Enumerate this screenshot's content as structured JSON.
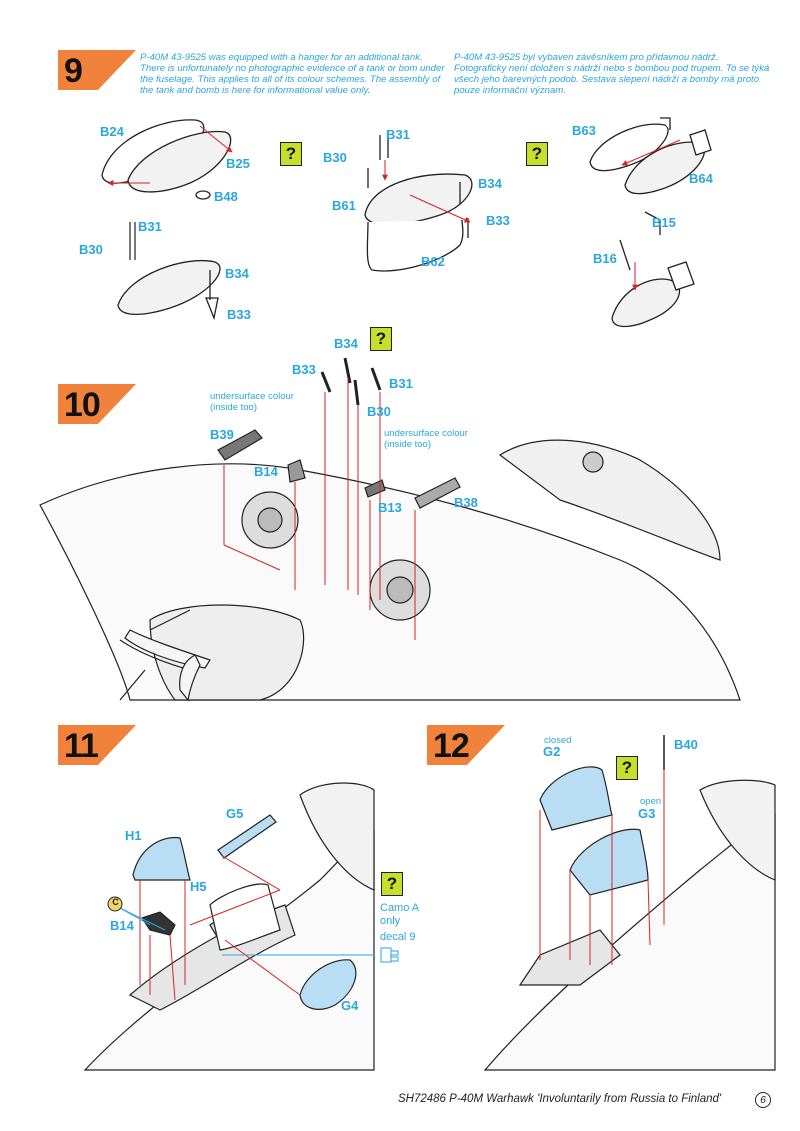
{
  "step9": {
    "number": "9",
    "note_en": "P-40M 43-9525 was equipped with a hanger for an additional tank. There is unfortunately no photographic evidence of a tank or bom under the fuselage. This applies to all of its colour schemes. The assembly of the tank and bomb is here for informational value only.",
    "note_cz": "P-40M 43-9525 byl vybaven závěsníkem pro přídavnou nádrž. Fotograficky není doložen s nádrží nebo s bombou pod trupem. To se týká všech jeho barevných podob. Sestava slepení nádrží a bomby má proto pouze informační význam.",
    "labels": [
      "B24",
      "B25",
      "B48",
      "B31",
      "B30",
      "B34",
      "B33",
      "B61",
      "B62",
      "B63",
      "B64",
      "B15",
      "B16",
      "B31",
      "B30",
      "B34",
      "B33"
    ],
    "question": "?"
  },
  "step10": {
    "number": "10",
    "labels": [
      "B34",
      "B33",
      "B31",
      "B30",
      "B39",
      "B14",
      "B13",
      "B38"
    ],
    "note_a": "undersurface colour (inside too)",
    "note_b": "undersurface colour (inside too)",
    "question": "?"
  },
  "step11": {
    "number": "11",
    "labels": [
      "G5",
      "H1",
      "H5",
      "B14",
      "G4"
    ],
    "badge": "C",
    "camo": "Camo A only",
    "decal": "decal 9",
    "question": "?"
  },
  "step12": {
    "number": "12",
    "closed_label": "closed",
    "closed_part": "G2",
    "open_label": "open",
    "open_part": "G3",
    "pin_part": "B40",
    "question": "?"
  },
  "footer": {
    "text": "SH72486  P-40M Warhawk  'Involuntarily from Russia to Finland'",
    "page": "6"
  },
  "colors": {
    "accent": "#2aa7dd",
    "badge": "#f0823c",
    "question_bg": "#c7df2b",
    "arrow": "#d9231f"
  }
}
